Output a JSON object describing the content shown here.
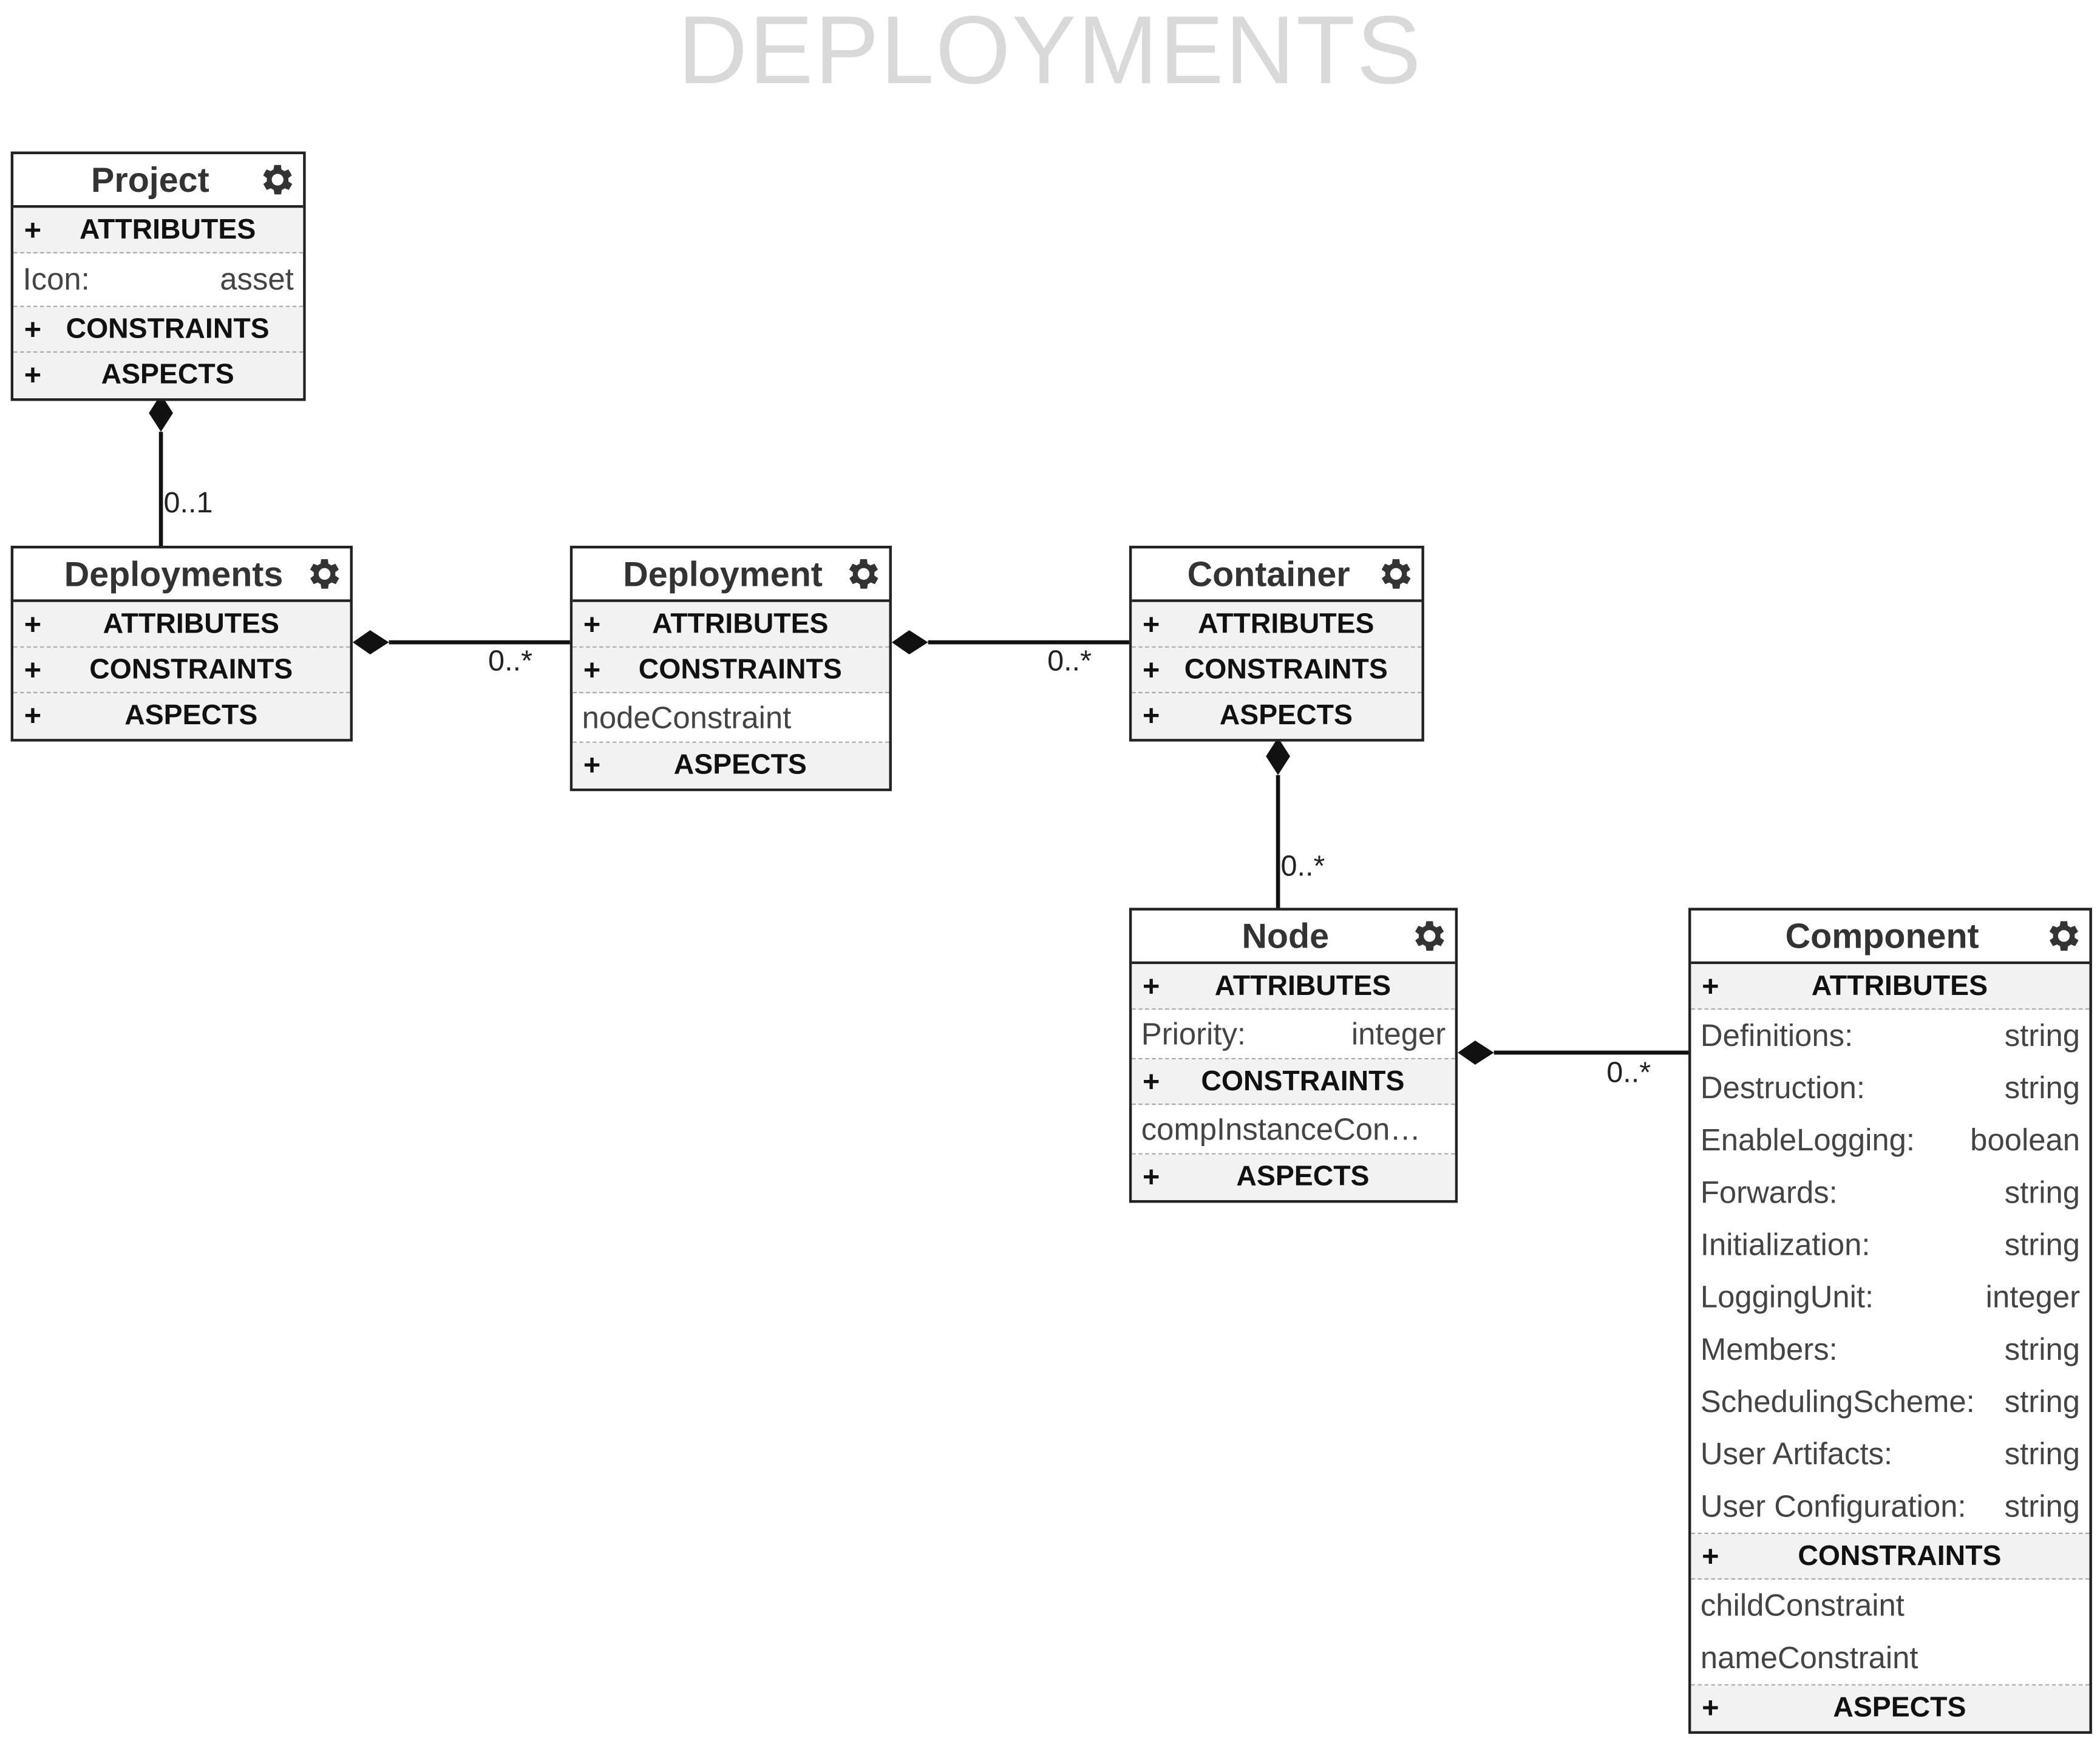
{
  "title": "DEPLOYMENTS",
  "sections": {
    "attributes": "ATTRIBUTES",
    "constraints": "CONSTRAINTS",
    "aspects": "ASPECTS",
    "plus": "+"
  },
  "icons": {
    "settings": "gear-icon"
  },
  "colors": {
    "border": "#222222",
    "section_bg": "#f2f2f2",
    "title": "#d9d9d9"
  },
  "boxes": {
    "project": {
      "name": "Project",
      "attributes": [
        {
          "name": "Icon:",
          "type": "asset"
        }
      ]
    },
    "deployments": {
      "name": "Deployments"
    },
    "deployment": {
      "name": "Deployment",
      "constraints": [
        "nodeConstraint"
      ]
    },
    "container": {
      "name": "Container"
    },
    "node": {
      "name": "Node",
      "attributes": [
        {
          "name": "Priority:",
          "type": "integer"
        }
      ],
      "constraints": [
        "compInstanceCon…"
      ]
    },
    "component": {
      "name": "Component",
      "attributes": [
        {
          "name": "Definitions:",
          "type": "string"
        },
        {
          "name": "Destruction:",
          "type": "string"
        },
        {
          "name": "EnableLogging:",
          "type": "boolean"
        },
        {
          "name": "Forwards:",
          "type": "string"
        },
        {
          "name": "Initialization:",
          "type": "string"
        },
        {
          "name": "LoggingUnit:",
          "type": "integer"
        },
        {
          "name": "Members:",
          "type": "string"
        },
        {
          "name": "SchedulingScheme:",
          "type": "string"
        },
        {
          "name": "User Artifacts:",
          "type": "string"
        },
        {
          "name": "User Configuration:",
          "type": "string"
        }
      ],
      "constraints": [
        "childConstraint",
        "nameConstraint"
      ]
    }
  },
  "relations": [
    {
      "from": "project",
      "to": "deployments",
      "multiplicity": "0..1"
    },
    {
      "from": "deployments",
      "to": "deployment",
      "multiplicity": "0..*"
    },
    {
      "from": "deployment",
      "to": "container",
      "multiplicity": "0..*"
    },
    {
      "from": "container",
      "to": "node",
      "multiplicity": "0..*"
    },
    {
      "from": "node",
      "to": "component",
      "multiplicity": "0..*"
    }
  ]
}
